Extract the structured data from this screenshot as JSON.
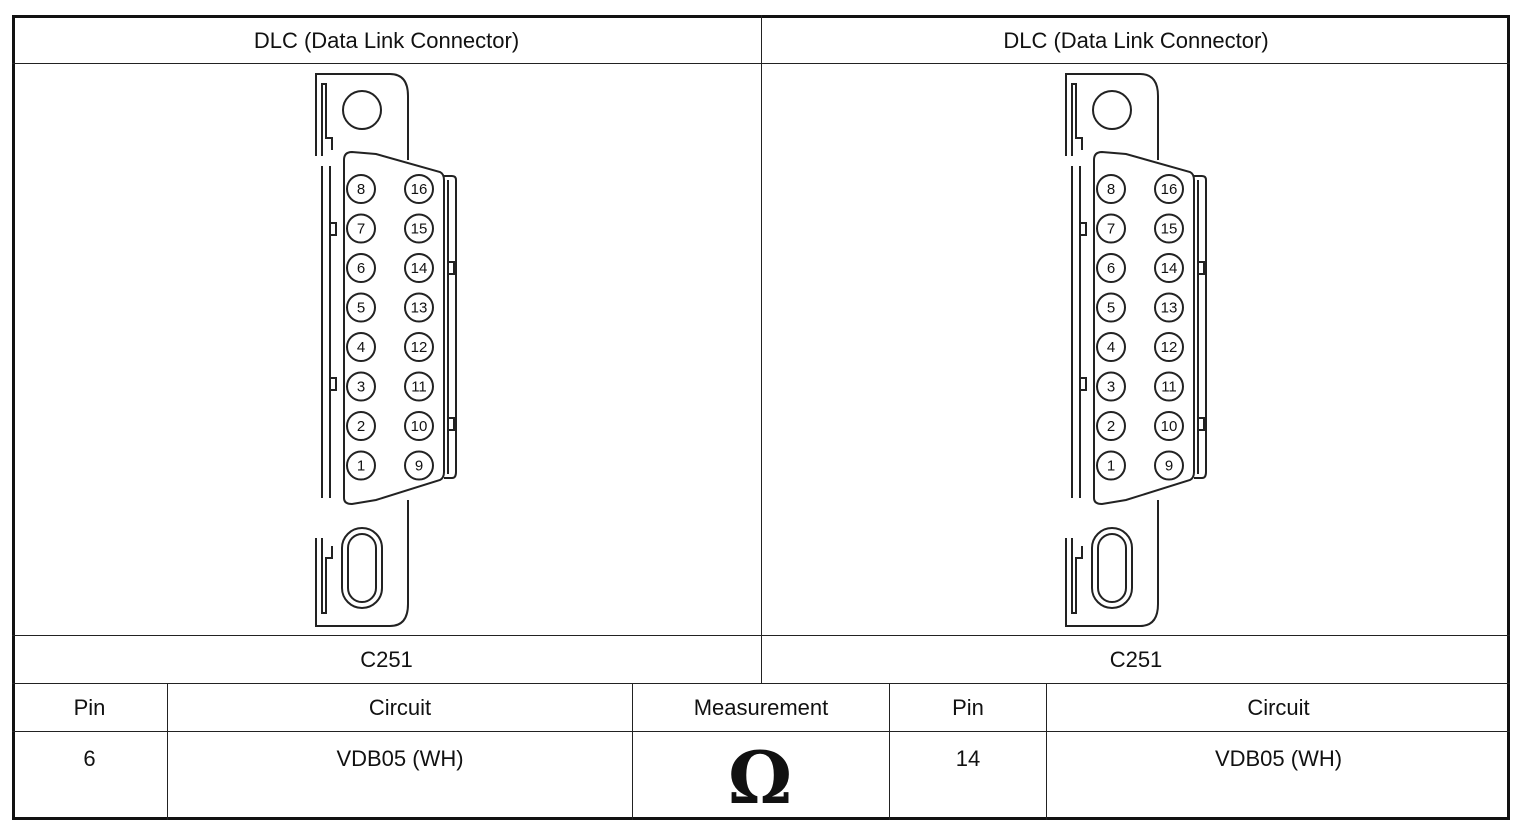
{
  "connectors": [
    {
      "title": "DLC (Data Link Connector)",
      "id": "C251",
      "pins_left": [
        "8",
        "7",
        "6",
        "5",
        "4",
        "3",
        "2",
        "1"
      ],
      "pins_right": [
        "16",
        "15",
        "14",
        "13",
        "12",
        "11",
        "10",
        "9"
      ]
    },
    {
      "title": "DLC (Data Link Connector)",
      "id": "C251",
      "pins_left": [
        "8",
        "7",
        "6",
        "5",
        "4",
        "3",
        "2",
        "1"
      ],
      "pins_right": [
        "16",
        "15",
        "14",
        "13",
        "12",
        "11",
        "10",
        "9"
      ]
    }
  ],
  "table": {
    "headers": {
      "pin1": "Pin",
      "circuit1": "Circuit",
      "measurement": "Measurement",
      "pin2": "Pin",
      "circuit2": "Circuit"
    },
    "row": {
      "pin1": "6",
      "circuit1": "VDB05 (WH)",
      "measurement_symbol": "Ω",
      "pin2": "14",
      "circuit2": "VDB05 (WH)"
    }
  }
}
